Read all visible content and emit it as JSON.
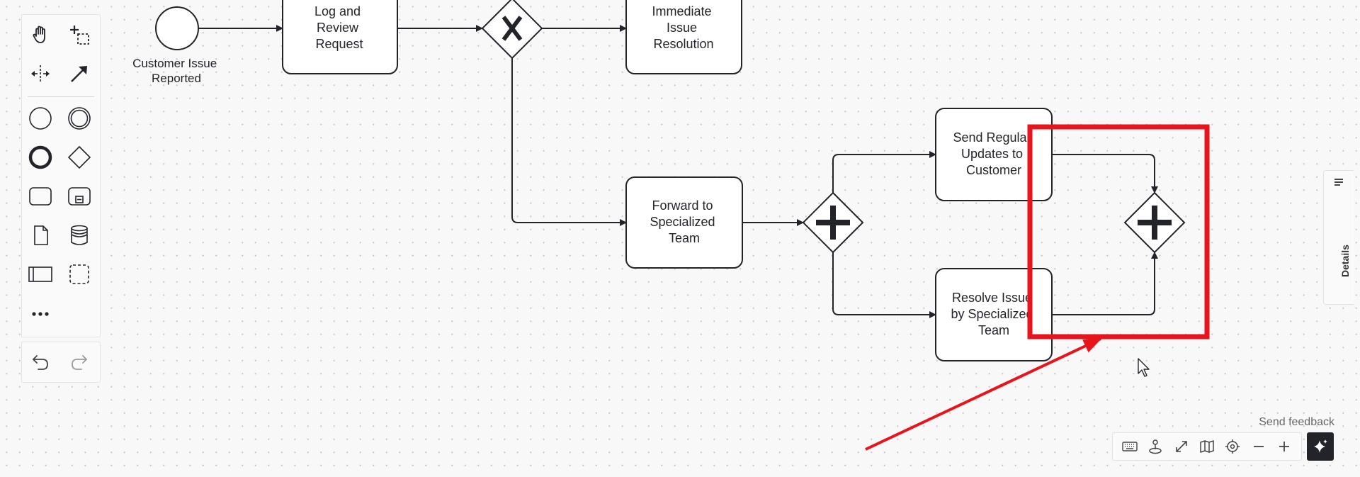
{
  "diagram": {
    "start_event_label_line1": "Customer Issue",
    "start_event_label_line2": "Reported",
    "task_log_line1": "Log and",
    "task_log_line2": "Review",
    "task_log_line3": "Request",
    "task_immediate_line1": "Immediate",
    "task_immediate_line2": "Issue",
    "task_immediate_line3": "Resolution",
    "task_forward_line1": "Forward to",
    "task_forward_line2": "Specialized",
    "task_forward_line3": "Team",
    "task_updates_line1": "Send Regular",
    "task_updates_line2": "Updates to",
    "task_updates_line3": "Customer",
    "task_resolve_line1": "Resolve Issue",
    "task_resolve_line2": "by Specialized",
    "task_resolve_line3": "Team"
  },
  "palette": {
    "tools": [
      "hand-tool-icon",
      "lasso-tool-icon",
      "space-tool-icon",
      "connect-tool-icon",
      "start-event-icon",
      "intermediate-event-icon",
      "end-event-icon",
      "gateway-icon",
      "task-icon",
      "subprocess-icon",
      "data-object-icon",
      "data-store-icon",
      "pool-icon",
      "group-icon",
      "more-icon"
    ]
  },
  "sidebar": {
    "details_label": "Details"
  },
  "footer": {
    "feedback_label": "Send feedback"
  },
  "colors": {
    "annotation_red": "#e8141b",
    "stroke": "#22242a"
  }
}
